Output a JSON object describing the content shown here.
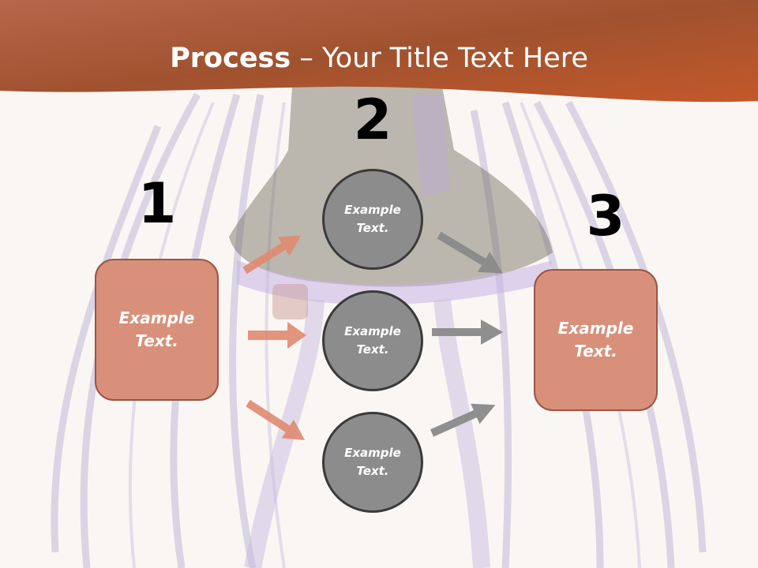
{
  "slide": {
    "title_bold": "Process",
    "title_rest": " – Your Title Text Here"
  },
  "steps": [
    {
      "number": "1",
      "label": "Example\nText."
    },
    {
      "number": "2"
    },
    {
      "number": "3",
      "label": "Example\nText."
    }
  ],
  "circles": [
    {
      "label": "Example\nText."
    },
    {
      "label": "Example\nText."
    },
    {
      "label": "Example\nText."
    }
  ],
  "colors": {
    "header": "#c0613a",
    "box_fill": "#d9907a",
    "box_border": "#9a5444",
    "circle_fill": "#8c8c8c",
    "circle_border": "#3a3a3a",
    "arrow_left": "#e08a70",
    "arrow_right": "#8a8a8a"
  }
}
